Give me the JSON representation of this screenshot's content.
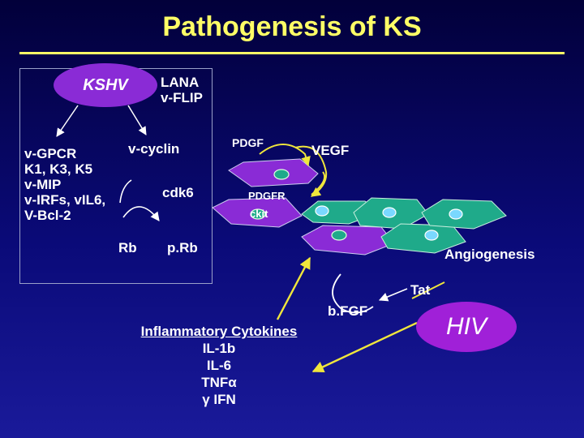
{
  "title": "Pathogenesis of KS",
  "kshv": "KSHV",
  "kshv_products": [
    "LANA",
    "v-FLIP"
  ],
  "vcyclin": "v-cyclin",
  "cdk6": "cdk6",
  "rb": "Rb",
  "prb": "p.Rb",
  "viral_genes": [
    "v-GPCR",
    "K1, K3, K5",
    "v-MIP",
    "v-IRFs, vIL6,",
    "V-Bcl-2"
  ],
  "pdgf": "PDGF",
  "vegf": "VEGF",
  "pdgfr": "PDGFR",
  "ckit": "ckit",
  "angiogenesis": "Angiogenesis",
  "tat": "Tat",
  "bfgf": "b.FGF",
  "hiv": "HIV",
  "cytokines": {
    "heading": "Inflammatory Cytokines",
    "items": [
      "IL-1b",
      "IL-6",
      "TNFα",
      "γ IFN"
    ]
  },
  "colors": {
    "title": "#ffff66",
    "kshv_fill": "#8a2bd6",
    "hiv_fill": "#a020d8",
    "purple_cell": "#8a2bd6",
    "green_cell": "#1faa8a",
    "arrow": "#f0e63c"
  }
}
